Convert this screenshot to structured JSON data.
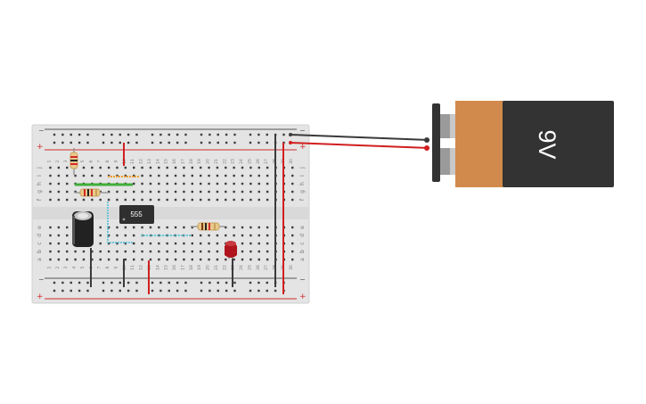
{
  "circuit": {
    "chip_label": "555",
    "battery_label": "9V",
    "column_numbers": [
      "1",
      "2",
      "3",
      "4",
      "5",
      "6",
      "7",
      "8",
      "9",
      "10",
      "11",
      "12",
      "13",
      "14",
      "15",
      "16",
      "17",
      "18",
      "19",
      "20",
      "21",
      "22",
      "23",
      "24",
      "25",
      "26",
      "27",
      "28",
      "29",
      "30"
    ],
    "upper_row_letters": [
      "j",
      "i",
      "h",
      "g",
      "f"
    ],
    "lower_row_letters": [
      "e",
      "d",
      "c",
      "b",
      "a"
    ],
    "rail_plus": "+",
    "rail_minus": "−"
  },
  "colors": {
    "board": "#e4e4e4",
    "rail_red": "#d22b2b",
    "rail_blue": "#555555",
    "hole": "#3d3d3d",
    "wire_black": "#3a3a3a",
    "wire_red": "#d11f1f",
    "wire_green": "#3fae3a",
    "wire_orange": "#f0a030",
    "wire_cyan": "#6cc6d8",
    "chip": "#2f2f2f",
    "battery_copper": "#d18a4c",
    "battery_black": "#333333",
    "led_red": "#b0141c",
    "capacitor": "#222222"
  }
}
